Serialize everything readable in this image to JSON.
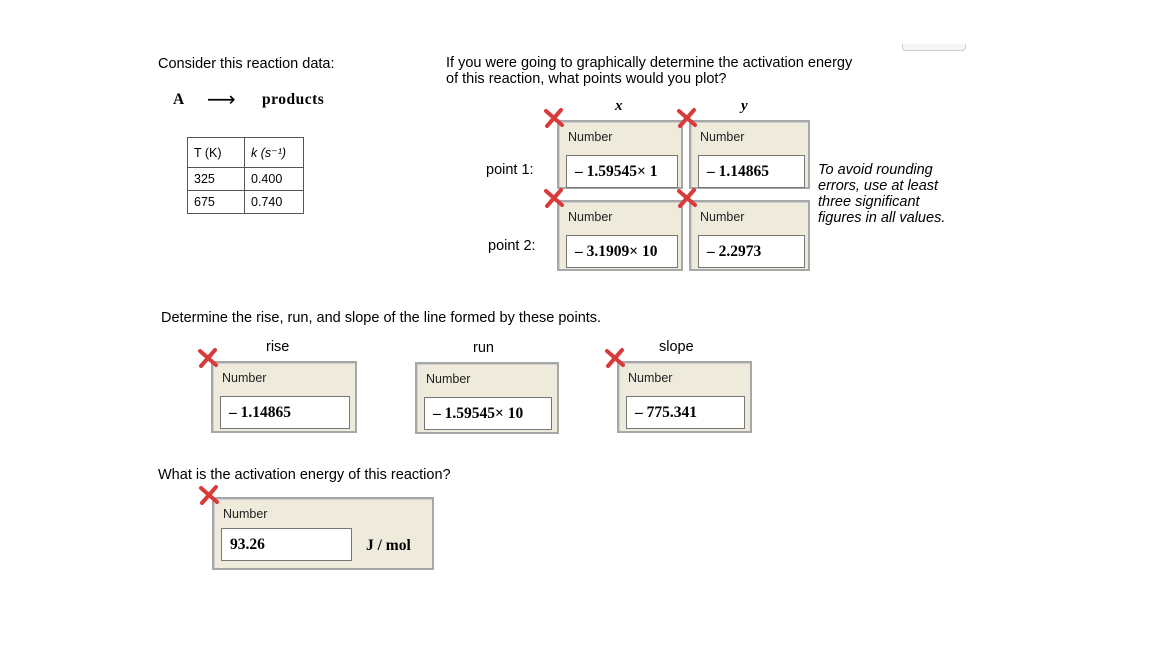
{
  "left_panel": {
    "heading": "Consider this reaction data:",
    "reaction": {
      "reactant": "A",
      "arrow": "⟶",
      "product": "products"
    },
    "table": {
      "col_t": "T (K)",
      "col_k": "k (s⁻¹)",
      "rows": [
        {
          "t": "325",
          "k": "0.400"
        },
        {
          "t": "675",
          "k": "0.740"
        }
      ]
    }
  },
  "plot_question": {
    "line1": "If you were going to graphically determine the activation energy",
    "line2": "of this reaction, what points would you plot?",
    "x_header": "x",
    "y_header": "y",
    "point1_label": "point 1:",
    "point2_label": "point 2:",
    "number_label": "Number",
    "p1x": "– 1.59545× 1",
    "p1y": "– 1.14865",
    "p2x": "– 3.1909× 10",
    "p2y": "– 2.2973",
    "hint_lines": [
      "To avoid rounding",
      "errors, use at least",
      "three significant",
      "figures in all values."
    ]
  },
  "slope_question": {
    "text": "Determine the rise, run, and slope of the line formed by these points.",
    "rise_label": "rise",
    "run_label": "run",
    "slope_label": "slope",
    "number_label": "Number",
    "rise_value": "– 1.14865",
    "run_value": "– 1.59545× 10",
    "slope_value": "– 775.341"
  },
  "energy_question": {
    "text": "What is the activation energy of this reaction?",
    "number_label": "Number",
    "value": "93.26",
    "unit": "J / mol"
  },
  "colors": {
    "wrong_mark": "#d93b3b",
    "box_bg": "#eeebdc",
    "box_border": "#a7a7a7"
  }
}
